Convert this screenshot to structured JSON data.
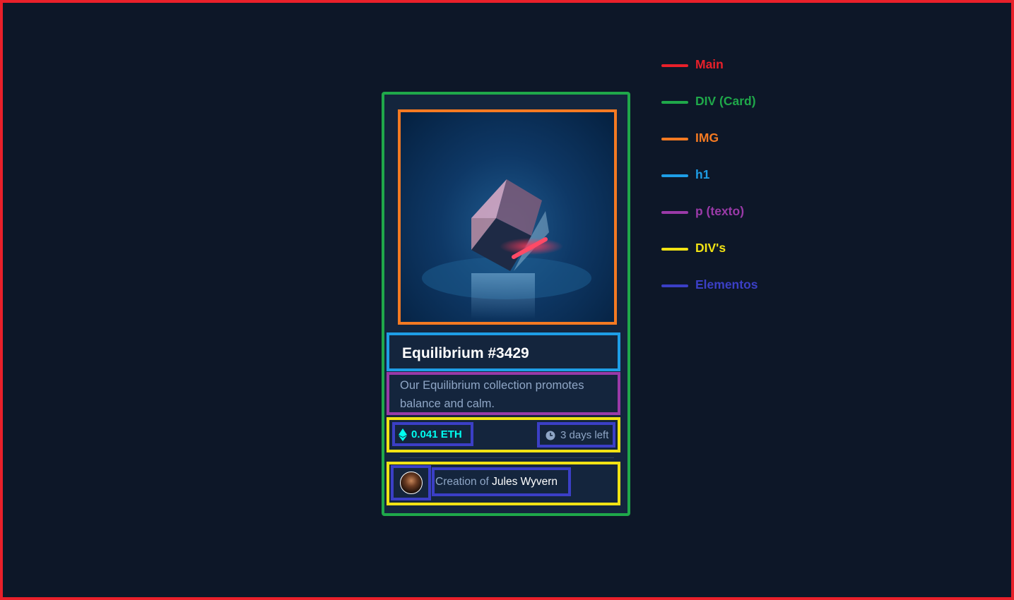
{
  "card": {
    "title": "Equilibrium #3429",
    "description": "Our Equilibrium collection promotes balance and calm.",
    "price": "0.041 ETH",
    "time_left": "3 days left",
    "credit_prefix": "Creation of",
    "creator_name": "Jules Wyvern"
  },
  "legend": {
    "items": [
      {
        "label": "Main",
        "color": "#e8202a"
      },
      {
        "label": "DIV (Card)",
        "color": "#1fa84a"
      },
      {
        "label": "IMG",
        "color": "#f47a22"
      },
      {
        "label": "h1",
        "color": "#1e9ee6"
      },
      {
        "label": "p (texto)",
        "color": "#9a3aa8"
      },
      {
        "label": "DIV's",
        "color": "#f1e214"
      },
      {
        "label": "Elementos",
        "color": "#3b3fc6"
      }
    ]
  },
  "icons": {
    "price": "ethereum-icon",
    "time": "clock-icon",
    "creator": "avatar"
  }
}
